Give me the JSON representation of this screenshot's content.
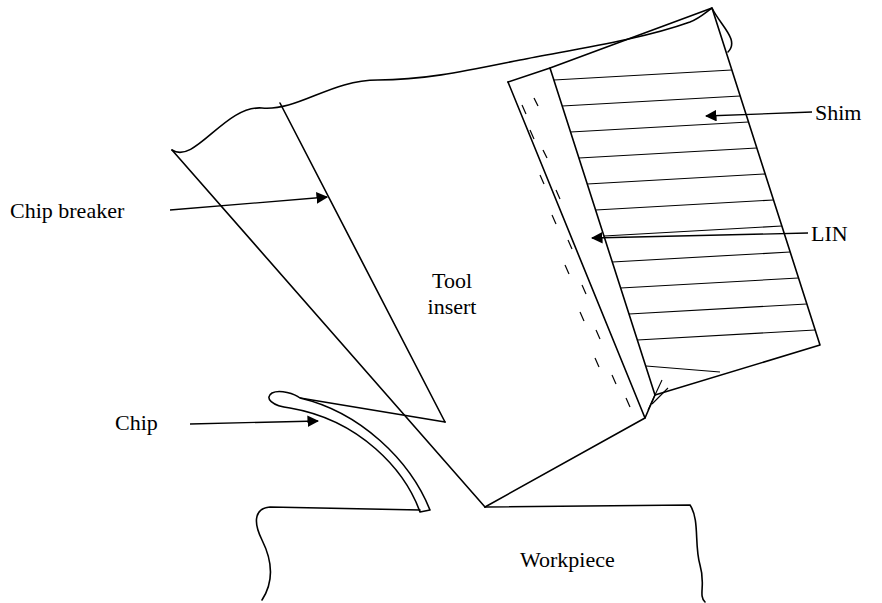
{
  "diagram": {
    "labels": [
      "Shim",
      "Chip breaker",
      "LIN",
      "Tool insert",
      "Chip",
      "Workpiece"
    ]
  }
}
